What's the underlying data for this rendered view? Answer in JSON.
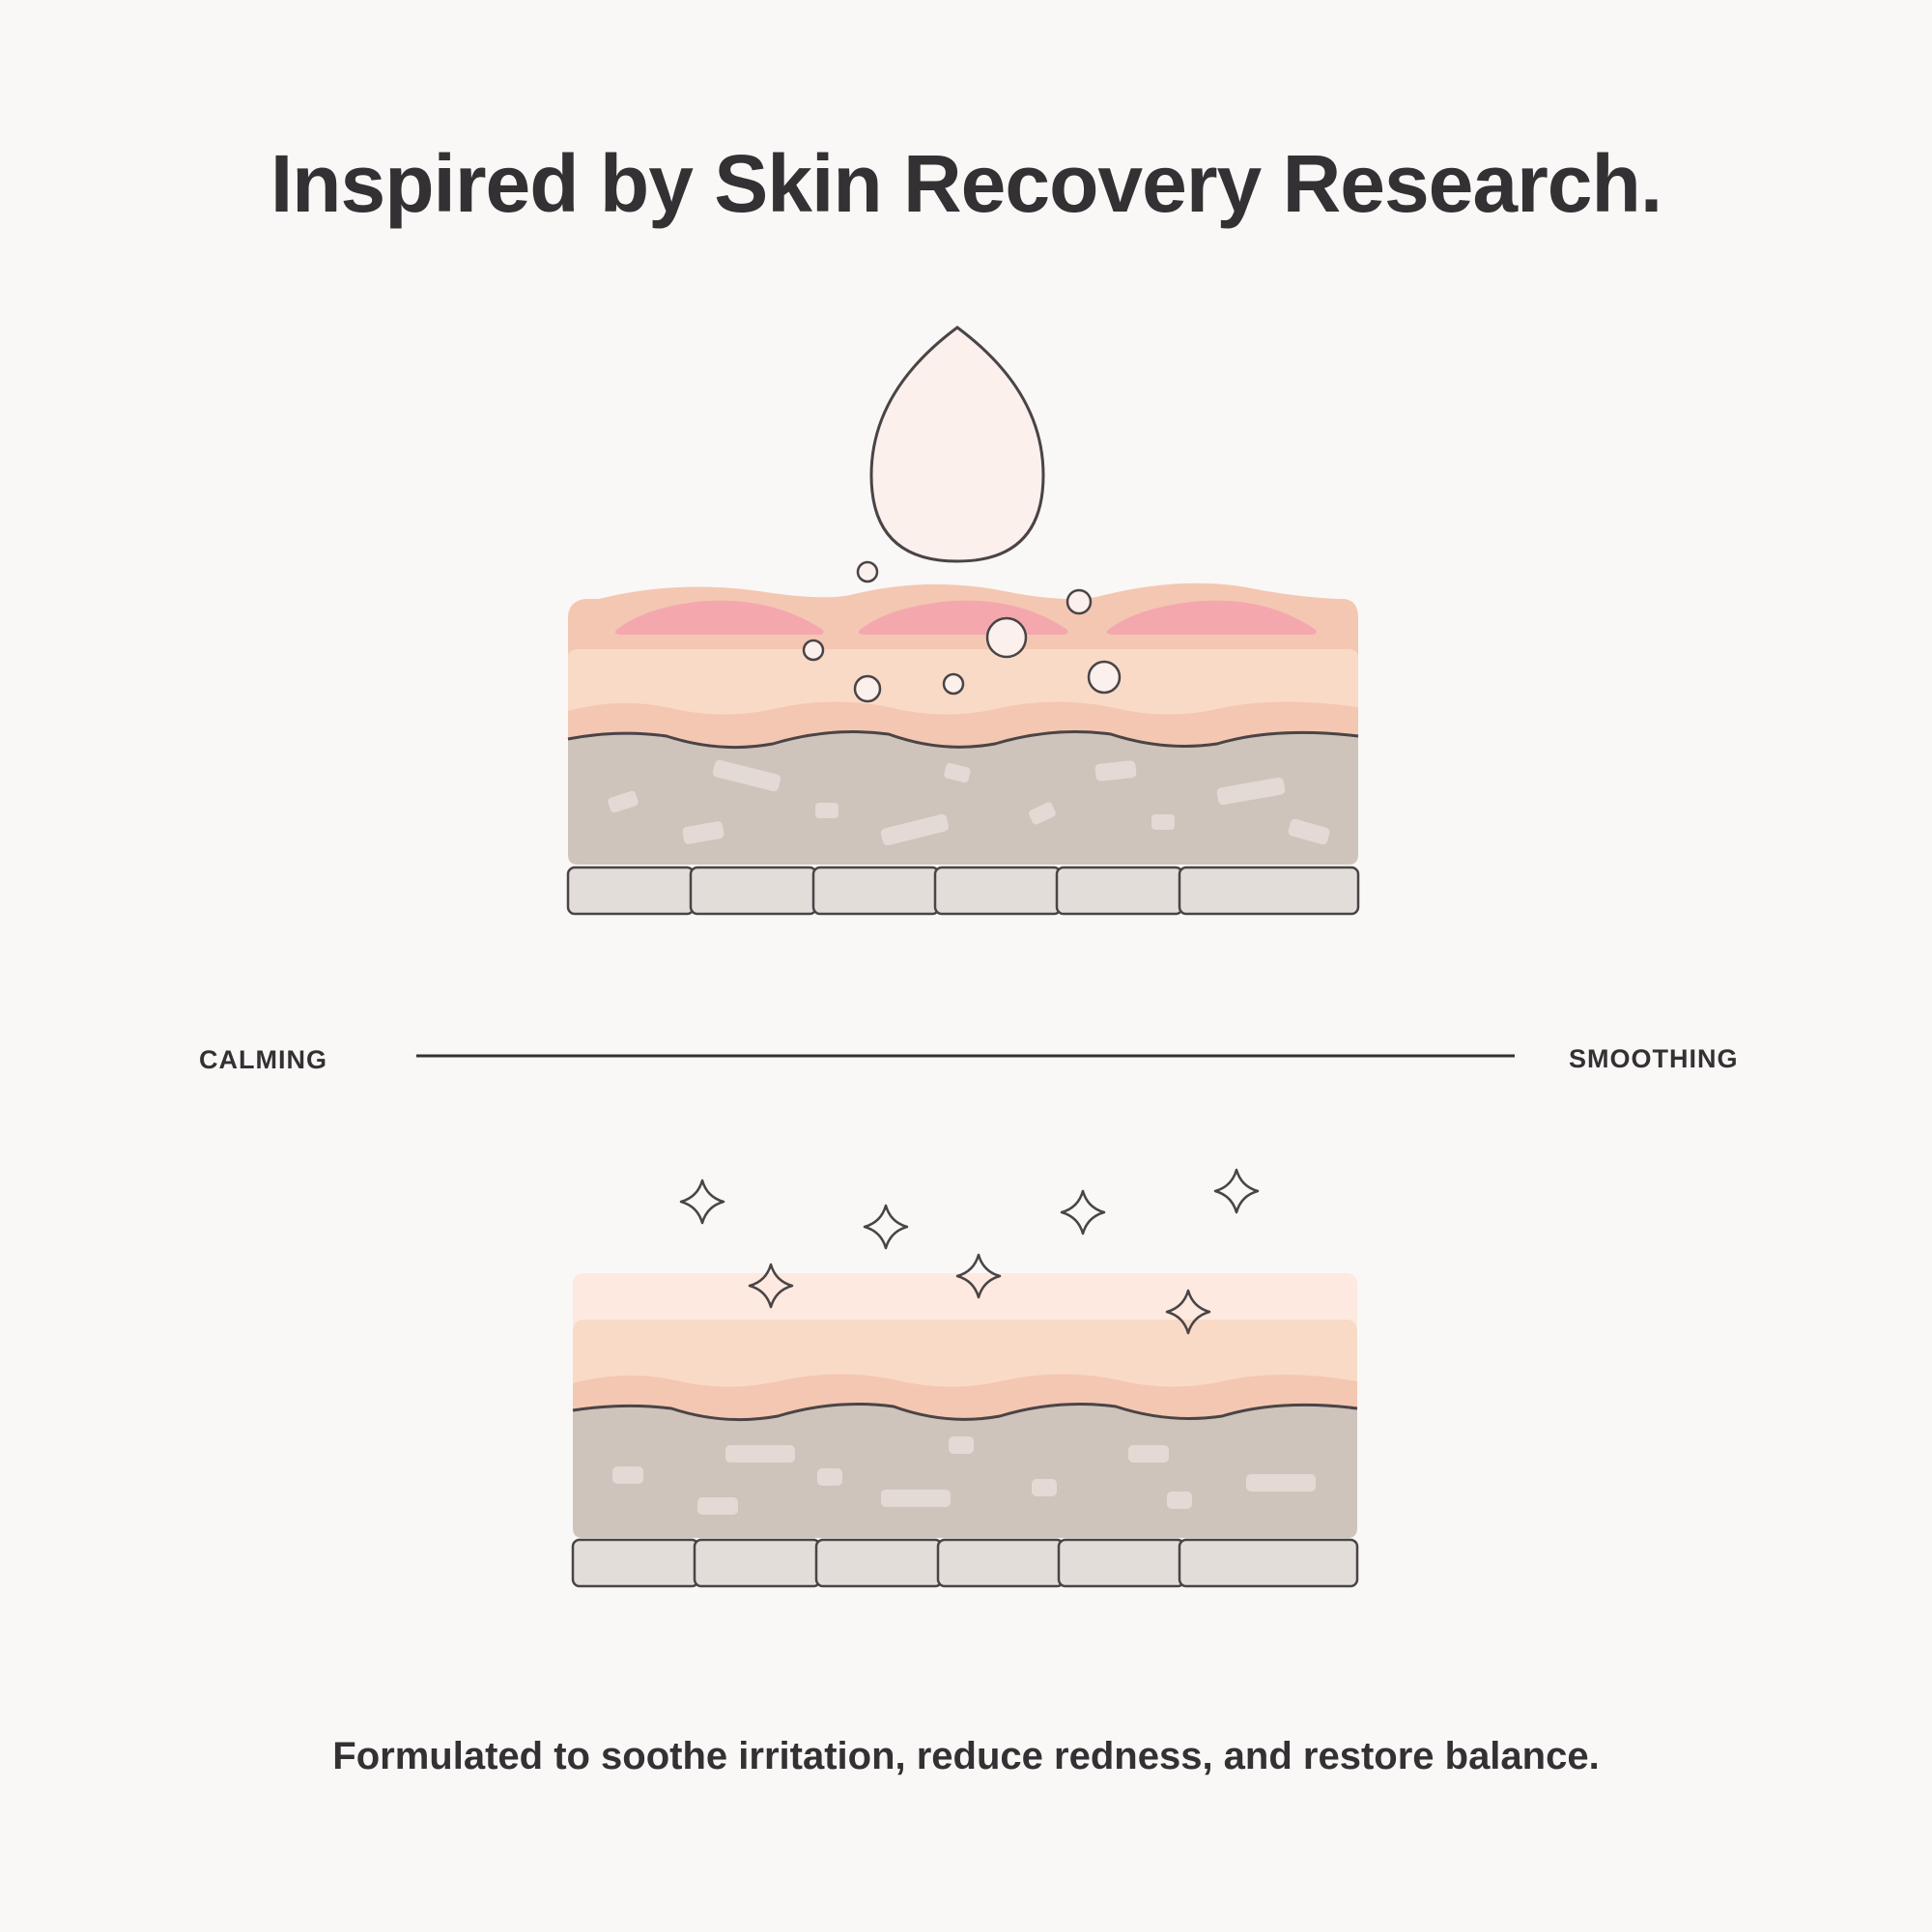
{
  "title": "Inspired by Skin Recovery Research.",
  "scale": {
    "left_label": "CALMING",
    "right_label": "SMOOTHING"
  },
  "caption": "Formulated to soothe irritation, reduce redness, and restore balance.",
  "colors": {
    "background": "#f9f8f6",
    "ink": "#333133",
    "skin_outer": "#f4c7b2",
    "skin_inner": "#f9dac7",
    "skin_surface_smooth": "#fde9df",
    "redness": "#f4a8ae",
    "dermis": "#cec4bb",
    "fibers": "#e3dad5",
    "base_cells": "#e2ddd8",
    "droplet": "#fbf0ec"
  },
  "icons": [
    "droplet-icon",
    "bubble-icon",
    "sparkle-icon"
  ]
}
